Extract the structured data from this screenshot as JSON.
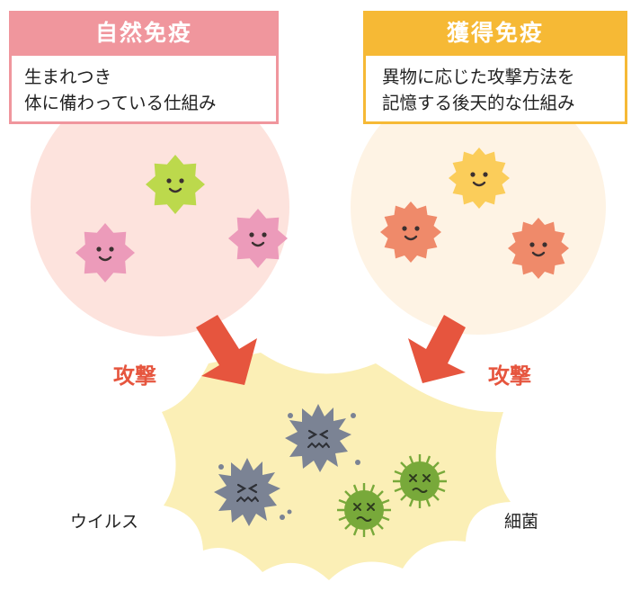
{
  "innate": {
    "title": "自然免疫",
    "desc_line1": "生まれつき",
    "desc_line2": "体に備わっている仕組み"
  },
  "acquired": {
    "title": "獲得免疫",
    "desc_line1": "異物に応じた攻撃方法を",
    "desc_line2": "記憶する後天的な仕組み"
  },
  "attack_left": "攻撃",
  "attack_right": "攻撃",
  "virus_label": "ウイルス",
  "bacteria_label": "細菌",
  "colors": {
    "innate_accent": "#f0969d",
    "innate_bg": "#fde3dd",
    "acquired_accent": "#f6b935",
    "acquired_bg": "#fef3e4",
    "arrow": "#e6553e",
    "pathogen_area": "#fbefb6",
    "virus": "#7b8394",
    "bacteria": "#78a93a"
  }
}
